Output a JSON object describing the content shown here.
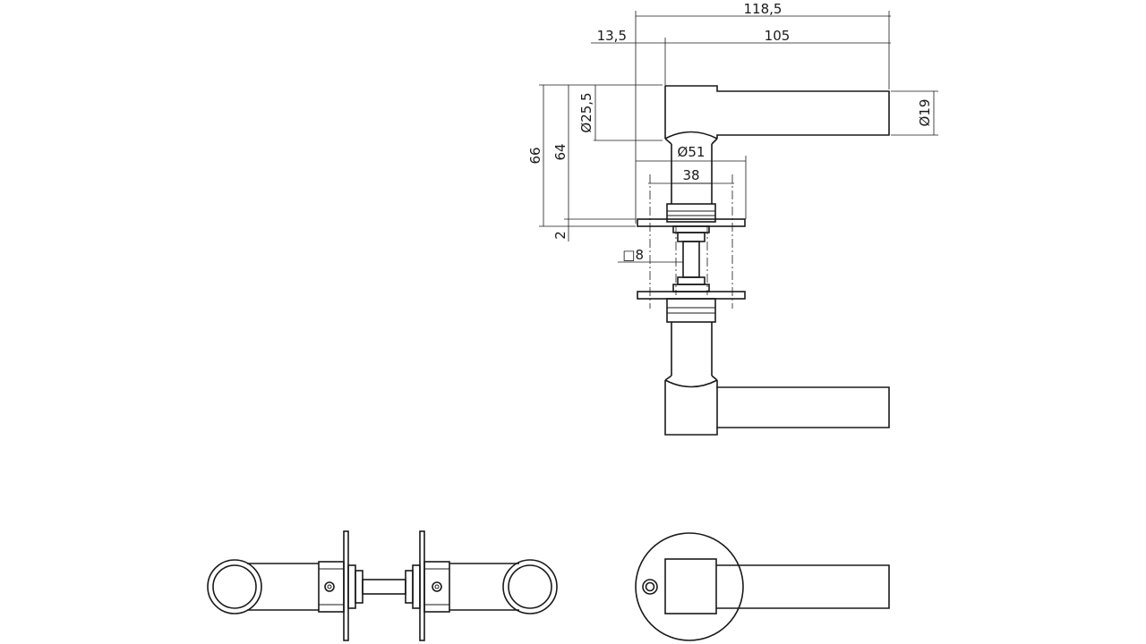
{
  "dimensions": {
    "total_length": "118,5",
    "rose_offset": "13,5",
    "lever_length": "105",
    "neck_diameter": "Ø25,5",
    "lever_diameter": "Ø19",
    "rose_diameter": "Ø51",
    "inner_diameter": "38",
    "height_outer": "66",
    "height_inner": "64",
    "rose_thickness": "2",
    "spindle": "□8"
  },
  "colors": {
    "line": "#1a1a1a",
    "background": "#ffffff"
  }
}
